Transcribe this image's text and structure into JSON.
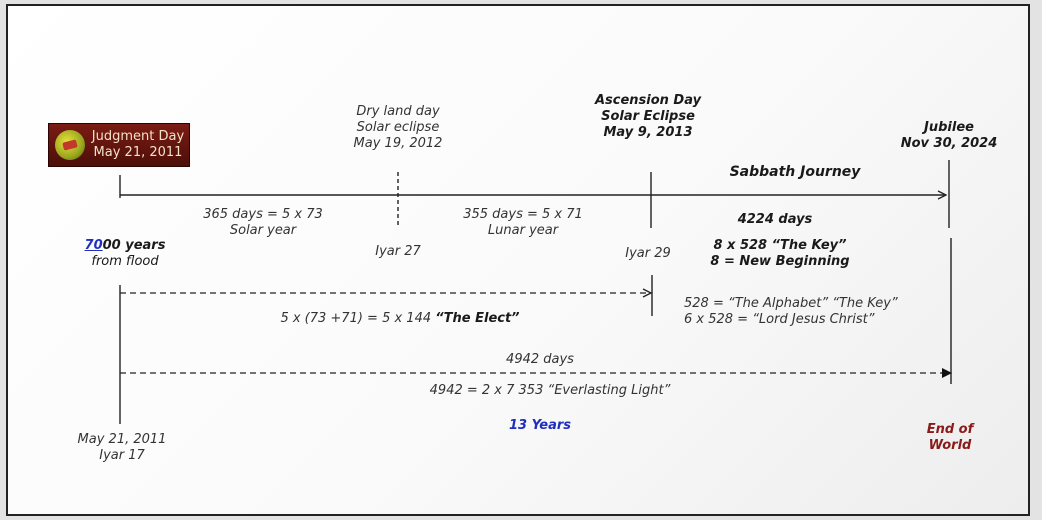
{
  "badge": {
    "line1": "Judgment Day",
    "line2": "May 21, 2011"
  },
  "events": {
    "dry_land": {
      "line1": "Dry land day",
      "line2": "Solar eclipse",
      "line3": "May 19, 2012"
    },
    "ascension": {
      "line1": "Ascension Day",
      "line2": "Solar Eclipse",
      "line3": "May 9, 2013"
    },
    "jubilee": {
      "line1": "Jubilee",
      "line2": "Nov 30, 2024"
    }
  },
  "spans": {
    "solar": {
      "line1": "365 days = 5 x 73",
      "line2": "Solar year"
    },
    "lunar": {
      "line1": "355 days = 5 x 71",
      "line2": "Lunar year"
    },
    "sabbath": {
      "title": "Sabbath Journey",
      "days": "4224 days",
      "key": "8 x 528 “The Key”",
      "beginning": "8 = New Beginning"
    }
  },
  "origin": {
    "highlight": "70",
    "rest": "00 years",
    "line2": "from flood"
  },
  "iyar": {
    "d27": "Iyar 27",
    "d29": "Iyar 29"
  },
  "alphabet": {
    "line1": "528 = “The Alphabet” “The Key”",
    "line2": "6 x 528 = “Lord Jesus Christ”"
  },
  "elect": {
    "text": "5 x (73 +71) = 5 x 144 ",
    "bold": "“The Elect”"
  },
  "total": {
    "days": "4942 days",
    "formula": "4942 = 2 x 7 353 “Everlasting Light”"
  },
  "years": "13 Years",
  "start_date": {
    "line1": "May 21, 2011",
    "line2": "Iyar 17"
  },
  "end": {
    "line1": "End of",
    "line2": "World"
  },
  "colors": {
    "blue": "#1f2fc0",
    "red": "#8b1a1a",
    "badge_bg": "#6a160f"
  }
}
